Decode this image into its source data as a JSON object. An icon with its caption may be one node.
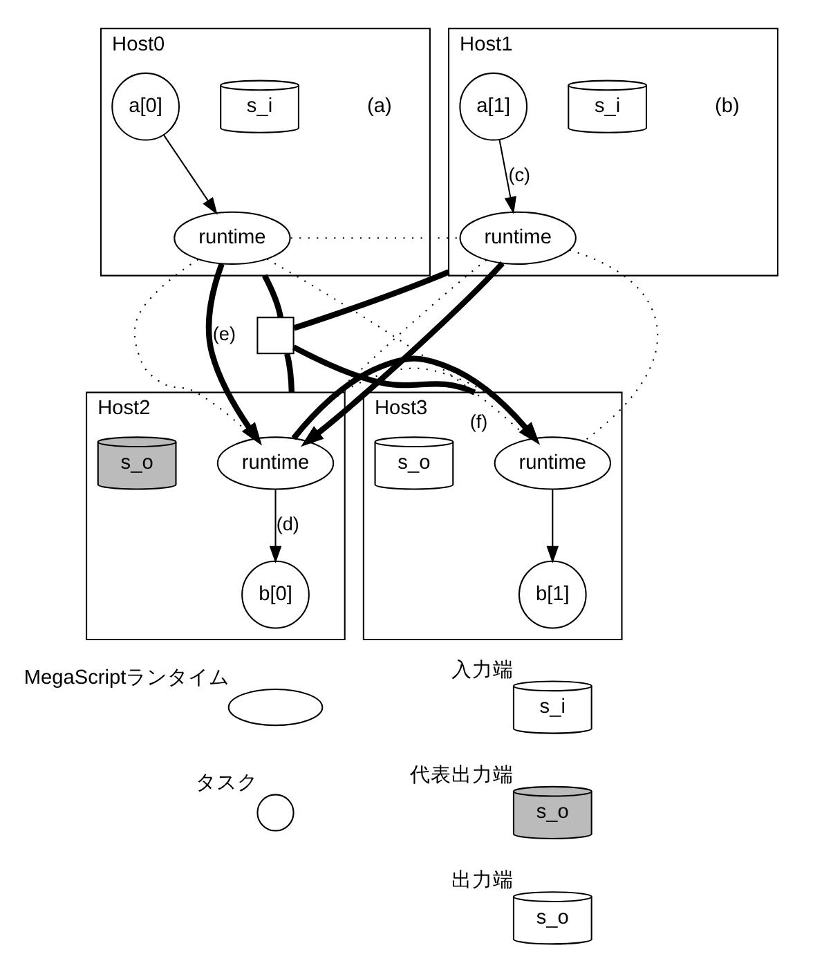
{
  "diagram": {
    "nodes": [
      {
        "text": [
          "Host0"
        ]
      },
      {
        "text": [
          "runtime"
        ],
        "in": 0
      },
      {
        "text": [
          "s_i"
        ],
        "in": 0
      },
      {
        "text": [
          "a[0]"
        ],
        "in": 0
      },
      {
        "text": [
          "Host1"
        ]
      },
      {
        "text": [
          "runtime"
        ],
        "in": 4
      },
      {
        "text": [
          "s_i"
        ],
        "in": 4
      },
      {
        "text": [
          "a[1]"
        ],
        "in": 4
      },
      {
        "text": [
          "Host2"
        ]
      },
      {
        "text": [
          "runtime"
        ],
        "in": 8
      },
      {
        "text": [
          "b[0]"
        ],
        "in": 8
      },
      {
        "text": [
          "s_o"
        ],
        "in": 8
      },
      {
        "text": [
          "Host3"
        ]
      },
      {
        "text": [
          "runtime"
        ],
        "in": 12
      },
      {
        "text": [
          "s_o"
        ],
        "in": 12
      },
      {
        "text": [
          "b[1]"
        ],
        "in": 12
      },
      {
        "text": [],
        "shape": "box"
      },
      {
        "text": [
          "s_i"
        ],
        "beside": [
          "入力端"
        ]
      },
      {
        "text": [
          "s_o"
        ],
        "beside": [
          "代表出力端"
        ]
      },
      {
        "text": [
          "s_o"
        ],
        "beside": [
          "出力端"
        ]
      },
      {
        "text": [],
        "shape": "ellipse",
        "beside": [
          "MegaScriptランタイム"
        ]
      },
      {
        "text": [],
        "shape": "circle",
        "beside": [
          "タスク"
        ]
      }
    ],
    "edges": [
      {
        "from": 3,
        "to": 1,
        "arrow": "to"
      },
      {
        "from": 7,
        "to": 5,
        "label": "(c)",
        "arrow": "to"
      },
      {
        "from": 9,
        "to": 10,
        "label": "(d)",
        "arrow": "to"
      },
      {
        "from": 13,
        "to": 15,
        "arrow": "to"
      },
      {
        "from": 1,
        "to": 5,
        "arrow": "none",
        "style": "dashed"
      },
      {
        "from": 1,
        "to": 9,
        "arrow": "none",
        "style": "dashed"
      },
      {
        "from": 1,
        "to": 13,
        "arrow": "none",
        "style": "dashed"
      },
      {
        "from": 5,
        "to": 9,
        "arrow": "none",
        "style": "dashed"
      },
      {
        "from": 5,
        "to": 13,
        "arrow": "none",
        "style": "dashed"
      },
      {
        "from": 9,
        "to": 13,
        "arrow": "none",
        "style": "dashed"
      },
      {
        "from": 1,
        "to": 9,
        "label": "(e)",
        "arrow": "to",
        "style": "thick"
      },
      {
        "from": 5,
        "to": 9,
        "arrow": "to",
        "style": "thick"
      },
      {
        "from": 9,
        "to": 13,
        "label": "(f)",
        "arrow": "to",
        "style": "thick"
      },
      {
        "from": 0,
        "to": 16,
        "arrow": "none",
        "style": "thick"
      },
      {
        "from": 4,
        "to": 16,
        "arrow": "none",
        "style": "thick"
      },
      {
        "from": 16,
        "to": 8,
        "arrow": "none",
        "style": "thick"
      },
      {
        "from": 16,
        "to": 12,
        "arrow": "none",
        "style": "thick"
      }
    ],
    "labels": [
      "(a)",
      "(b)"
    ]
  }
}
